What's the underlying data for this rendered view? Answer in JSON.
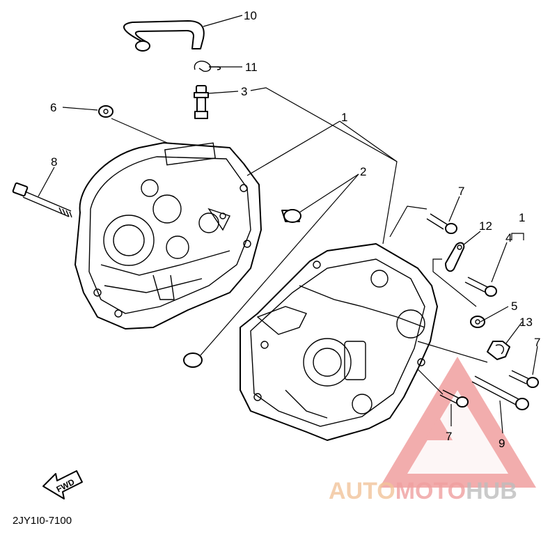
{
  "diagram": {
    "part_labels": [
      {
        "id": "10",
        "text": "10"
      },
      {
        "id": "11",
        "text": "11"
      },
      {
        "id": "3",
        "text": "3"
      },
      {
        "id": "1a",
        "text": "1"
      },
      {
        "id": "6",
        "text": "6"
      },
      {
        "id": "8",
        "text": "8"
      },
      {
        "id": "2",
        "text": "2"
      },
      {
        "id": "7a",
        "text": "7"
      },
      {
        "id": "12",
        "text": "12"
      },
      {
        "id": "1b",
        "text": "1"
      },
      {
        "id": "4",
        "text": "4"
      },
      {
        "id": "5",
        "text": "5"
      },
      {
        "id": "13",
        "text": "13"
      },
      {
        "id": "7b",
        "text": "7"
      },
      {
        "id": "7c",
        "text": "7"
      },
      {
        "id": "9",
        "text": "9"
      }
    ],
    "fwd_label": "FWD",
    "diagram_code": "2JY1I0-7100"
  },
  "watermark": {
    "part1": "AUTO",
    "part2": "MOTO",
    "part3": "HUB",
    "colors": {
      "auto": "#f2c49a",
      "moto": "#f0a0a0",
      "hub": "#c8c8c8",
      "triangle": "#e23b3b"
    }
  }
}
